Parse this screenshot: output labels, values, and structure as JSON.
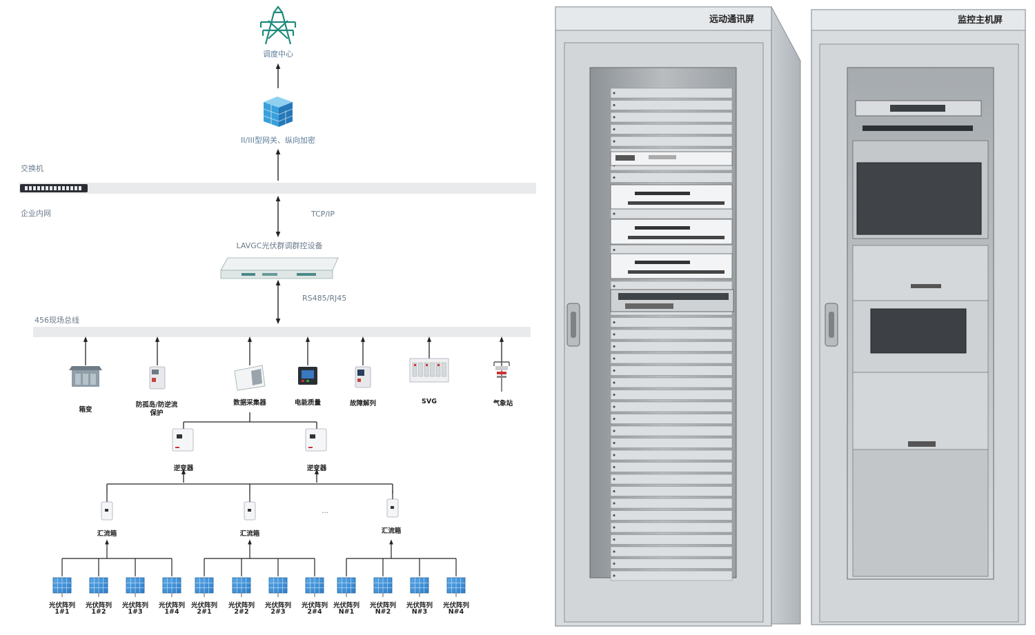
{
  "topology": {
    "dispatch_center": "调度中心",
    "gateway": "II/III型网关、纵向加密",
    "switch_label": "交换机",
    "intranet": "企业内网",
    "tcpip": "TCP/IP",
    "controller": "LAVGC光伏群调群控设备",
    "rs485": "RS485/RJ45",
    "fieldbus": "456现场总线",
    "devices": [
      {
        "label": "箱变"
      },
      {
        "label": "防孤岛/防逆流",
        "label2": "保护"
      },
      {
        "label": "数据采集器"
      },
      {
        "label": "电能质量"
      },
      {
        "label": "故障解列"
      },
      {
        "label": "SVG"
      },
      {
        "label": "气象站"
      }
    ],
    "inverters": [
      "逆变器",
      "逆变器"
    ],
    "combiners": [
      "汇流箱",
      "汇流箱",
      "汇流箱"
    ],
    "ellipsis": "...",
    "panels": [
      {
        "l1": "光伏阵列",
        "l2": "1#1"
      },
      {
        "l1": "光伏阵列",
        "l2": "1#2"
      },
      {
        "l1": "光伏阵列",
        "l2": "1#3"
      },
      {
        "l1": "光伏阵列",
        "l2": "1#4"
      },
      {
        "l1": "光伏阵列",
        "l2": "2#1"
      },
      {
        "l1": "光伏阵列",
        "l2": "2#2"
      },
      {
        "l1": "光伏阵列",
        "l2": "2#3"
      },
      {
        "l1": "光伏阵列",
        "l2": "2#4"
      },
      {
        "l1": "光伏阵列",
        "l2": "N#1"
      },
      {
        "l1": "光伏阵列",
        "l2": "N#2"
      },
      {
        "l1": "光伏阵列",
        "l2": "N#3"
      },
      {
        "l1": "光伏阵列",
        "l2": "N#4"
      }
    ]
  },
  "cabinets": {
    "left_title": "远动通讯屏",
    "right_title": "监控主机屏"
  }
}
